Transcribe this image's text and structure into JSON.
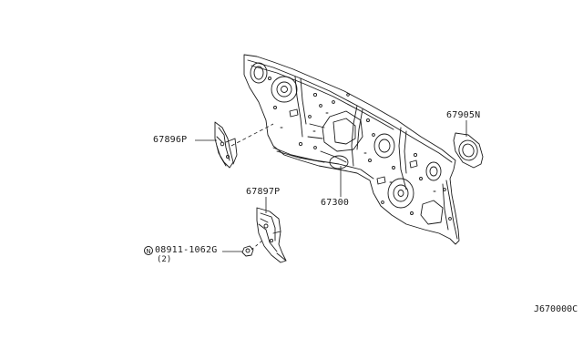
{
  "parts": [
    {
      "id": "dash-panel",
      "number": "67300"
    },
    {
      "id": "left-bracket",
      "number": "67896P"
    },
    {
      "id": "lower-bracket",
      "number": "67897P"
    },
    {
      "id": "grommet",
      "number": "67905N"
    },
    {
      "id": "bolt",
      "symbol": "N",
      "number": "08911-1062G",
      "quantity": "(2)"
    }
  ],
  "diagram_ref": "J670000C"
}
